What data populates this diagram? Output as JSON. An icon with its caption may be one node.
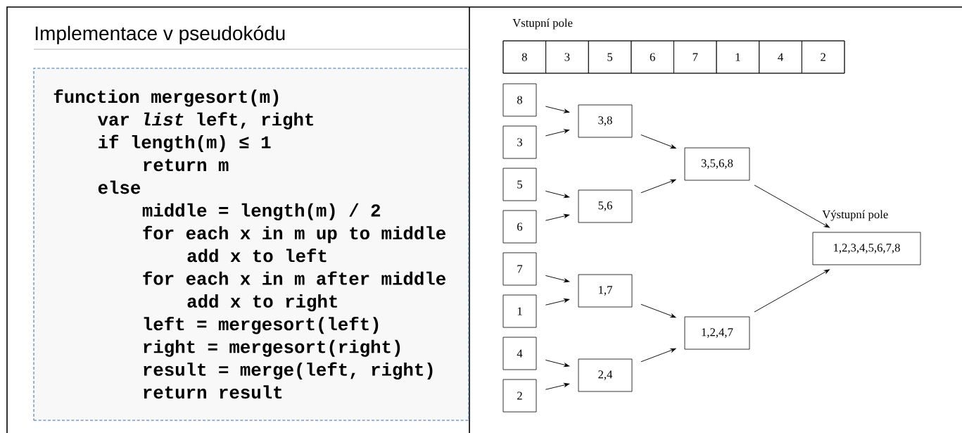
{
  "diagram": {
    "title": "Implementace v pseudokódu",
    "nodes": [
      {
        "text": [
          "function mergesort(m)",
          "var *list* left, right",
          "if length(m) ≤ 1",
          "return m",
          "else",
          "middle = length(m) / 2",
          "for each x in m up to middle",
          "add x to left",
          "for each x in m after middle",
          "add x to right",
          "left = mergesort(left)",
          "right = mergesort(right)",
          "result = merge(left, right)",
          "return result"
        ]
      },
      {
        "text": [
          "Vstupní pole"
        ]
      },
      {
        "text": [
          "8"
        ],
        "in": 1
      },
      {
        "text": [
          "3"
        ],
        "in": 1
      },
      {
        "text": [
          "5"
        ],
        "in": 1
      },
      {
        "text": [
          "6"
        ],
        "in": 1
      },
      {
        "text": [
          "7"
        ],
        "in": 1
      },
      {
        "text": [
          "1"
        ],
        "in": 1
      },
      {
        "text": [
          "4"
        ],
        "in": 1
      },
      {
        "text": [
          "2"
        ],
        "in": 1
      },
      {
        "text": [
          "8"
        ]
      },
      {
        "text": [
          "3"
        ]
      },
      {
        "text": [
          "5"
        ]
      },
      {
        "text": [
          "6"
        ]
      },
      {
        "text": [
          "7"
        ]
      },
      {
        "text": [
          "1"
        ]
      },
      {
        "text": [
          "4"
        ]
      },
      {
        "text": [
          "2"
        ]
      },
      {
        "text": [
          "3,8"
        ]
      },
      {
        "text": [
          "5,6"
        ]
      },
      {
        "text": [
          "1,7"
        ]
      },
      {
        "text": [
          "2,4"
        ]
      },
      {
        "text": [
          "3,5,6,8"
        ]
      },
      {
        "text": [
          "1,2,4,7"
        ]
      },
      {
        "text": [
          "Výstupní pole",
          "1,2,3,4,5,6,7,8"
        ]
      }
    ],
    "edges": [
      {
        "from": 10,
        "to": 18,
        "arrow": "to"
      },
      {
        "from": 11,
        "to": 18,
        "arrow": "to"
      },
      {
        "from": 12,
        "to": 19,
        "arrow": "to"
      },
      {
        "from": 13,
        "to": 19,
        "arrow": "to"
      },
      {
        "from": 14,
        "to": 20,
        "arrow": "to"
      },
      {
        "from": 15,
        "to": 20,
        "arrow": "to"
      },
      {
        "from": 16,
        "to": 21,
        "arrow": "to"
      },
      {
        "from": 17,
        "to": 21,
        "arrow": "to"
      },
      {
        "from": 18,
        "to": 22,
        "arrow": "to"
      },
      {
        "from": 19,
        "to": 22,
        "arrow": "to"
      },
      {
        "from": 20,
        "to": 23,
        "arrow": "to"
      },
      {
        "from": 21,
        "to": 23,
        "arrow": "to"
      },
      {
        "from": 22,
        "to": 24,
        "arrow": "to"
      },
      {
        "from": 23,
        "to": 24,
        "arrow": "to"
      }
    ]
  }
}
